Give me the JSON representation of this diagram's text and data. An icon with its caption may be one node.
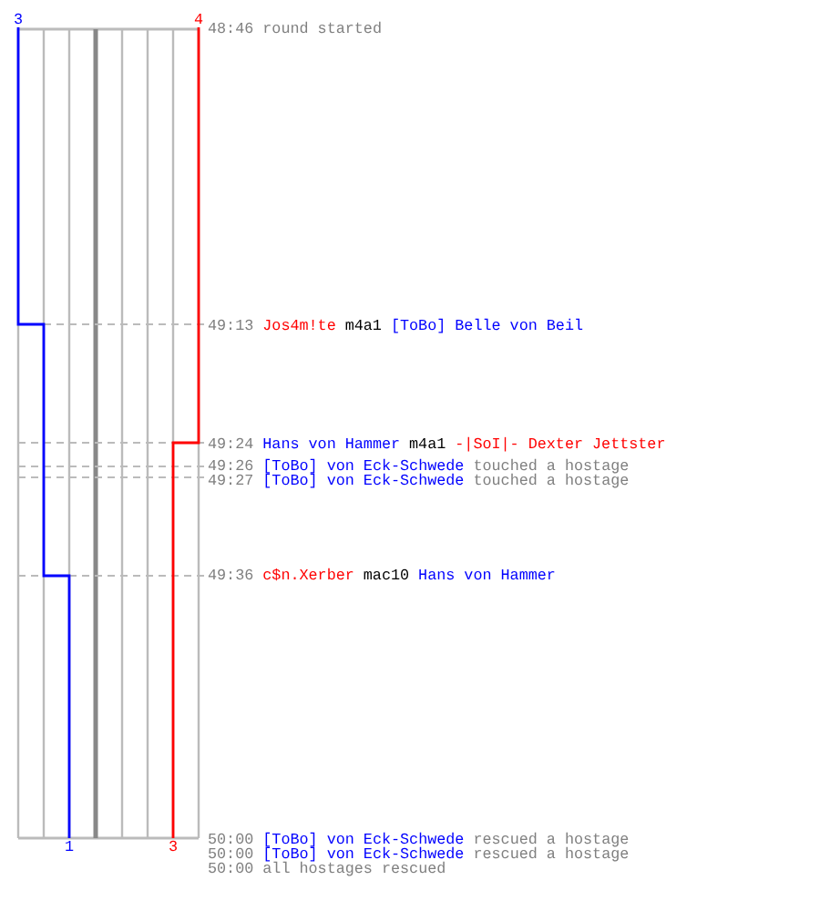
{
  "diagram": {
    "labels": [
      "3",
      "4",
      "48:46",
      "round started",
      "49:13",
      "Jos4m!te",
      "m4a1",
      "[ToBo] Belle von Beil",
      "49:24",
      "Hans von Hammer",
      "m4a1",
      "-|SoI|- Dexter Jettster",
      "49:26",
      "[ToBo] von Eck-Schwede",
      "touched a hostage",
      "49:27",
      "[ToBo] von Eck-Schwede",
      "touched a hostage",
      "49:36",
      "c$n.Xerber",
      "mac10",
      "Hans von Hammer",
      "1",
      "3",
      "50:00",
      "[ToBo] von Eck-Schwede",
      "rescued a hostage",
      "50:00",
      "[ToBo] von Eck-Schwede",
      "rescued a hostage",
      "50:00",
      "all hostages rescued"
    ]
  }
}
